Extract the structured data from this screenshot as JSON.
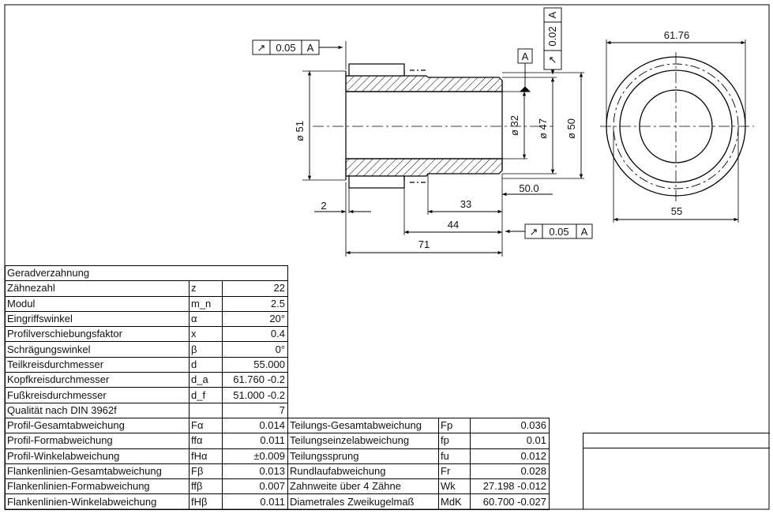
{
  "drawing": {
    "tolerance_frames": [
      {
        "symbol": "↗",
        "value": "0.05",
        "datum": "A"
      },
      {
        "symbol": "↗",
        "value": "0.05",
        "datum": "A"
      },
      {
        "symbol": "↗",
        "value": "0.02",
        "datum": "A"
      }
    ],
    "datum_label": "A",
    "dims": {
      "d51": "ø 51",
      "d32": "ø 32",
      "d47": "ø 47",
      "d50": "ø 50",
      "d61_76": "61.76",
      "d55": "55",
      "w2": "2",
      "w33": "33",
      "w44": "44",
      "w71": "71",
      "w50": "50.0"
    }
  },
  "table": {
    "title": "Geradverzahnung",
    "rows": [
      {
        "name": "Zähnezahl",
        "sym": "z",
        "val": "22"
      },
      {
        "name": "Modul",
        "sym": "m_n",
        "val": "2.5"
      },
      {
        "name": "Eingriffswinkel",
        "sym": "α",
        "val": "20°"
      },
      {
        "name": "Profilverschiebungsfaktor",
        "sym": "x",
        "val": "0.4"
      },
      {
        "name": "Schrägungswinkel",
        "sym": "β",
        "val": "0°"
      },
      {
        "name": "Teilkreisdurchmesser",
        "sym": "d",
        "val": "55.000"
      },
      {
        "name": "Kopfkreisdurchmesser",
        "sym": "d_a",
        "val": "61.760 -0.2"
      },
      {
        "name": "Fußkreisdurchmesser",
        "sym": "d_f",
        "val": "51.000 -0.2"
      },
      {
        "name": "Qualität nach DIN 3962f",
        "sym": "",
        "val": "7"
      }
    ],
    "dev_rows": [
      {
        "name": "Profil-Gesamtabweichung",
        "sym": "Fα",
        "val": "0.014",
        "name2": "Teilungs-Gesamtabweichung",
        "sym2": "Fp",
        "val2": "0.036"
      },
      {
        "name": "Profil-Formabweichung",
        "sym": "ffα",
        "val": "0.011",
        "name2": "Teilungseinzelabweichung",
        "sym2": "fp",
        "val2": "0.01"
      },
      {
        "name": "Profil-Winkelabweichung",
        "sym": "fHα",
        "val": "±0.009",
        "name2": "Teilungssprung",
        "sym2": "fu",
        "val2": "0.012"
      },
      {
        "name": "Flankenlinien-Gesamtabweichung",
        "sym": "Fβ",
        "val": "0.013",
        "name2": "Rundlaufabweichung",
        "sym2": "Fr",
        "val2": "0.028"
      },
      {
        "name": "Flankenlinien-Formabweichung",
        "sym": "ffβ",
        "val": "0.007",
        "name2": "Zahnweite über 4 Zähne",
        "sym2": "Wk",
        "val2": "27.198 -0.012"
      },
      {
        "name": "Flankenlinien-Winkelabweichung",
        "sym": "fHβ",
        "val": "0.011",
        "name2": "Diametrales Zweikugelmaß",
        "sym2": "MdK",
        "val2": "60.700 -0.027"
      }
    ]
  }
}
